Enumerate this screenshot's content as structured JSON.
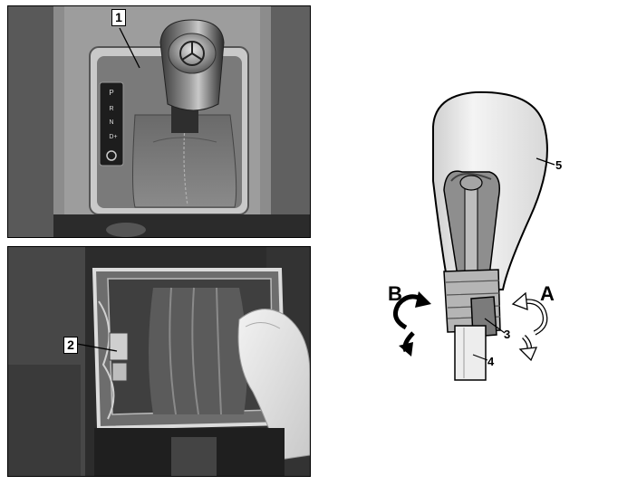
{
  "figure": {
    "callouts": {
      "one": "1",
      "two": "2"
    },
    "diagram_labels": {
      "a": "A",
      "b": "B",
      "three": "3",
      "four": "4",
      "five": "5"
    },
    "gear_indicator": {
      "top": "P",
      "r": "R",
      "n": "N",
      "d": "D+"
    }
  }
}
